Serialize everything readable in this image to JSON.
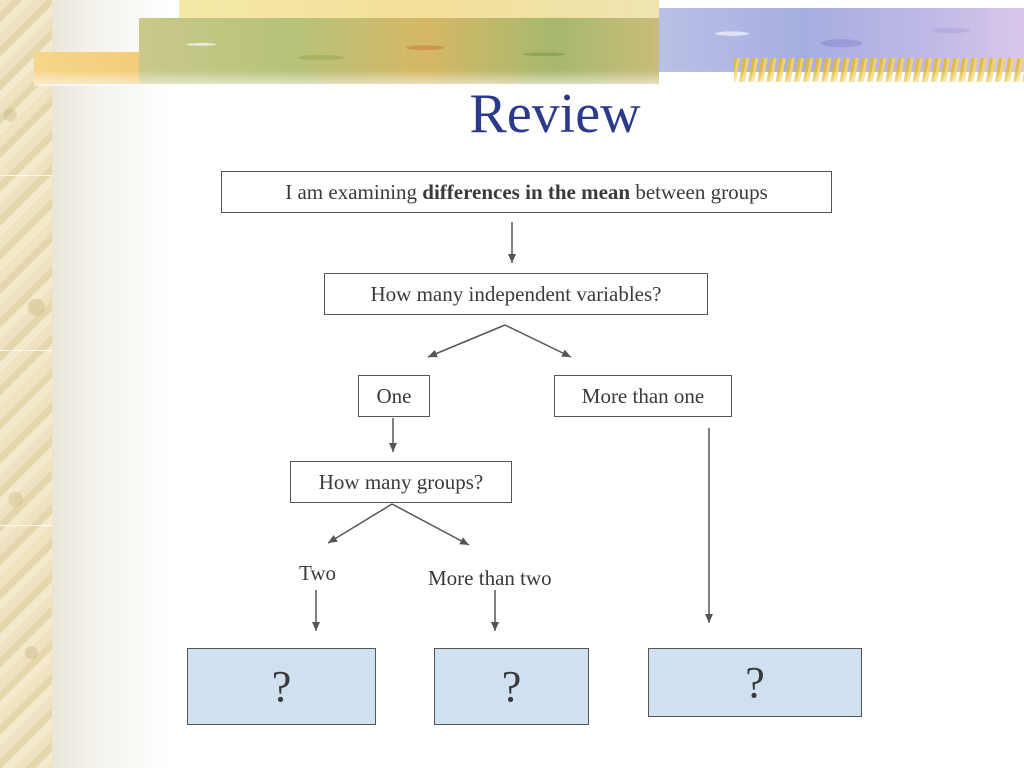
{
  "slide": {
    "title": "Review"
  },
  "flowchart": {
    "start": {
      "prefix": "I am examining ",
      "emphasis": "differences in the mean",
      "suffix": " between groups"
    },
    "q_independent": "How many independent variables?",
    "opt_one": "One",
    "opt_more_than_one": "More than one",
    "q_groups": "How many groups?",
    "opt_two": "Two",
    "opt_more_than_two": "More than two",
    "answers": [
      "?",
      "?",
      "?"
    ]
  },
  "colors": {
    "title": "#2b3a8a",
    "answer_fill": "#cfe0f1",
    "line": "#555555"
  }
}
